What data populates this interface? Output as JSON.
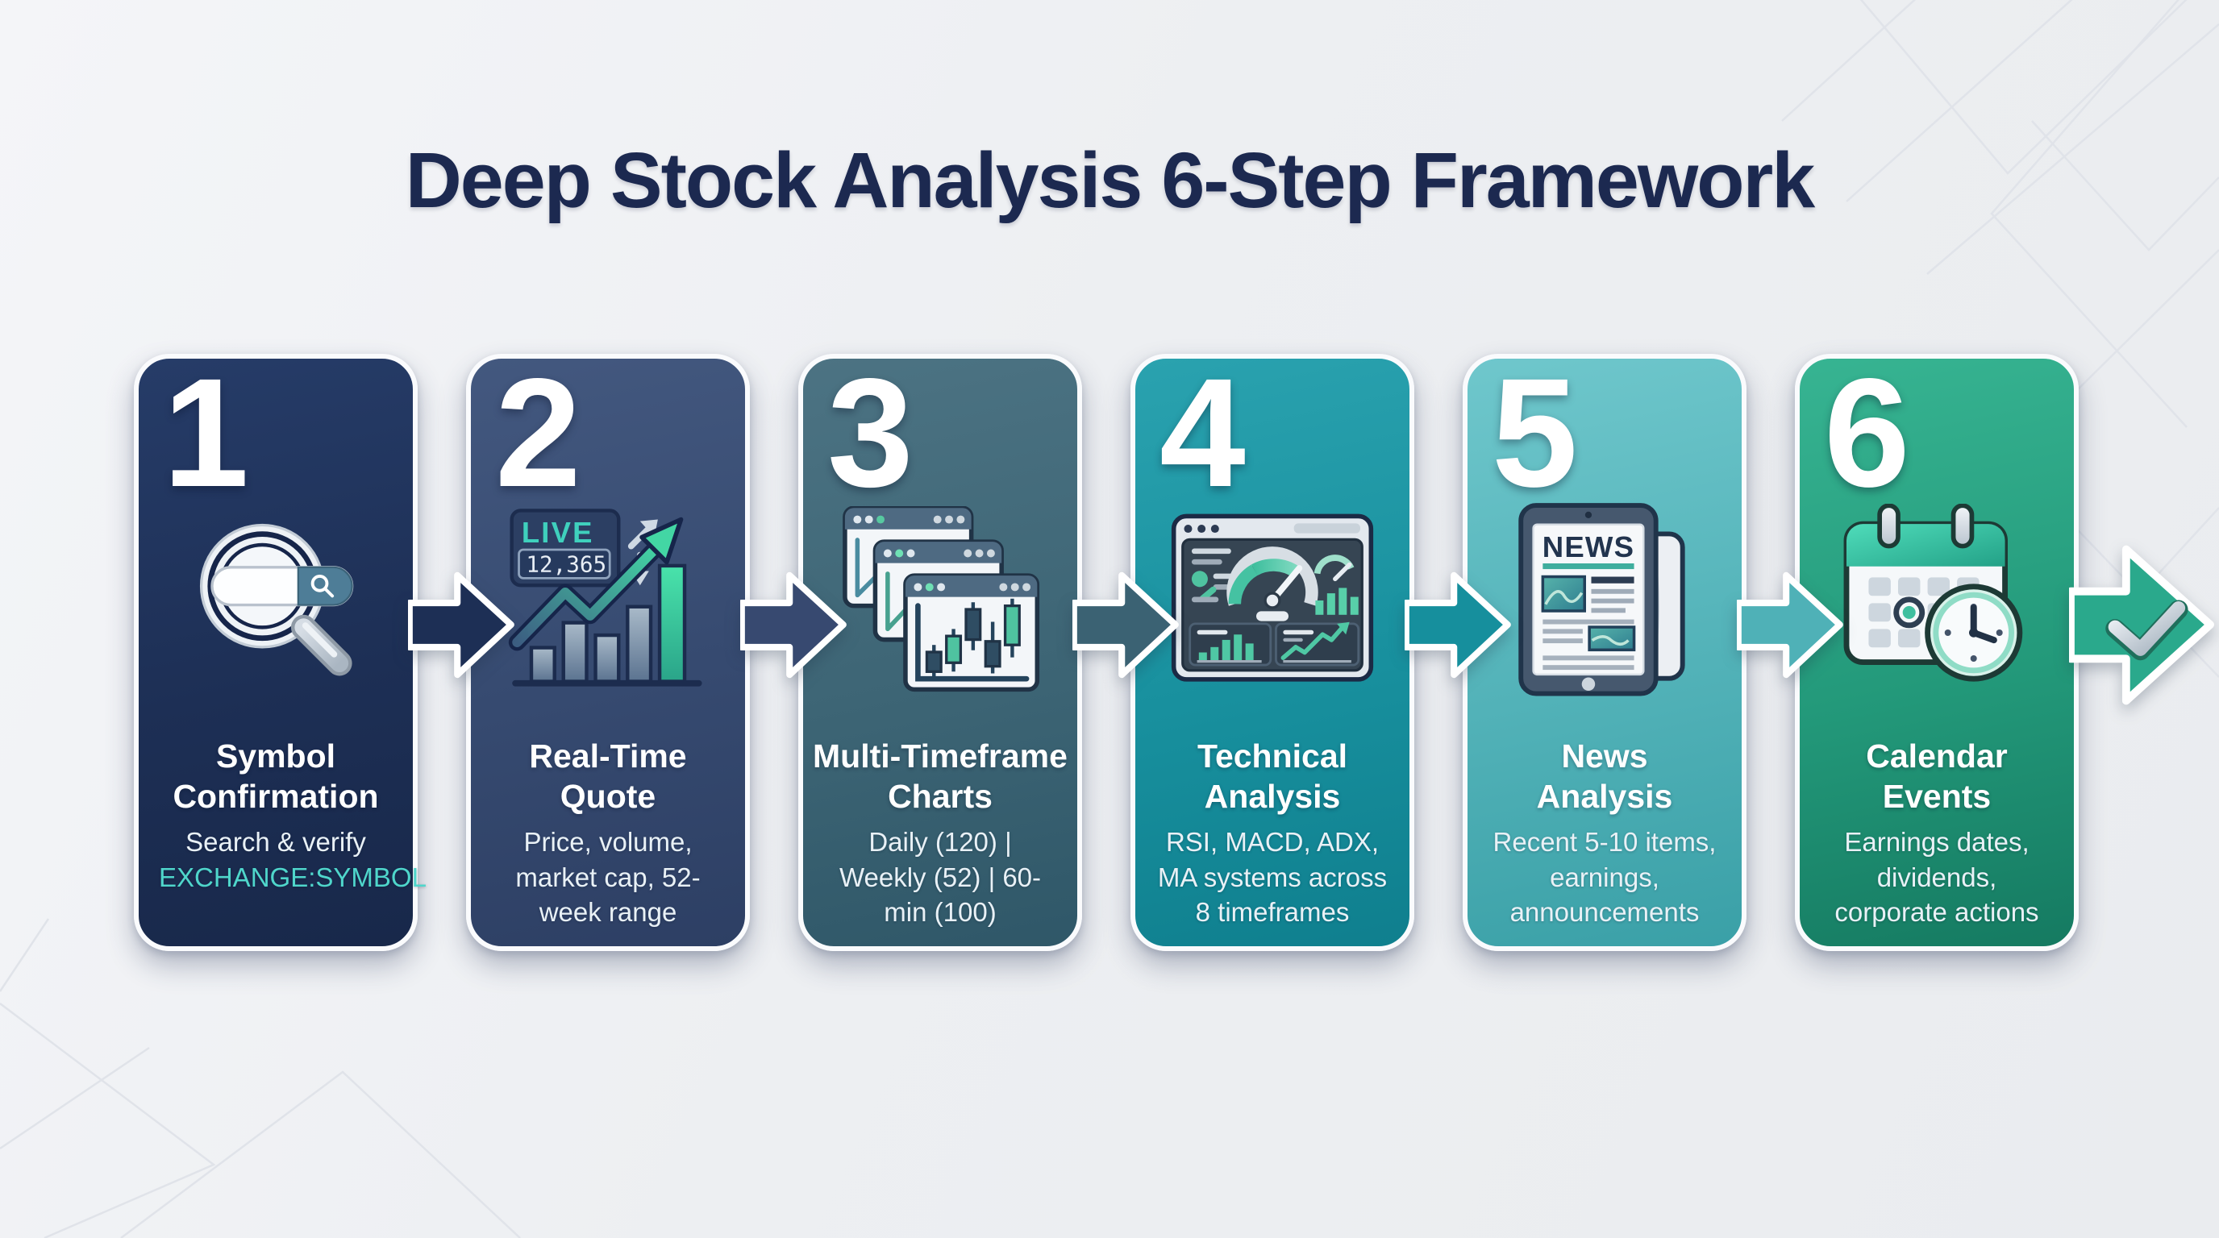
{
  "page": {
    "title": "Deep Stock Analysis 6-Step Framework"
  },
  "colors": {
    "background": "#eef0f3",
    "title_text": "#1c2950",
    "highlight_teal": "#4fd6cb",
    "card_1": "#1d2f55",
    "card_2": "#364a70",
    "card_3": "#3d6575",
    "card_4": "#18909e",
    "card_5": "#52b2b8",
    "card_6": "#23997a",
    "arrow_1": "#1d2f55",
    "arrow_2": "#374970",
    "arrow_3": "#3b6273",
    "arrow_4": "#168f9d",
    "arrow_5": "#4fb1b7",
    "arrow_final": "#2aa98c"
  },
  "steps": [
    {
      "number": "1",
      "title_l1": "Symbol",
      "title_l2": "Confirmation",
      "desc": "Search & verify",
      "desc_highlight": "EXCHANGE:SYMBOL",
      "icon": "magnifier-search-icon"
    },
    {
      "number": "2",
      "title_l1": "Real-Time",
      "title_l2": "Quote",
      "desc": "Price, volume, market cap, 52-week range",
      "icon": "live-quote-icon",
      "badge_label": "LIVE",
      "badge_value": "12,365"
    },
    {
      "number": "3",
      "title_l1": "Multi-Timeframe",
      "title_l2": "Charts",
      "desc": "Daily (120) | Weekly (52) | 60-min (100)",
      "icon": "stacked-candlestick-windows-icon"
    },
    {
      "number": "4",
      "title_l1": "Technical",
      "title_l2": "Analysis",
      "desc": "RSI, MACD, ADX, MA systems across 8 timeframes",
      "icon": "dashboard-gauge-icon"
    },
    {
      "number": "5",
      "title_l1": "News",
      "title_l2": "Analysis",
      "desc": "Recent 5-10 items, earnings, announcements",
      "icon": "news-tablet-icon",
      "screen_label": "NEWS"
    },
    {
      "number": "6",
      "title_l1": "Calendar",
      "title_l2": "Events",
      "desc": "Earnings dates, dividends, corporate actions",
      "icon": "calendar-clock-icon"
    }
  ]
}
